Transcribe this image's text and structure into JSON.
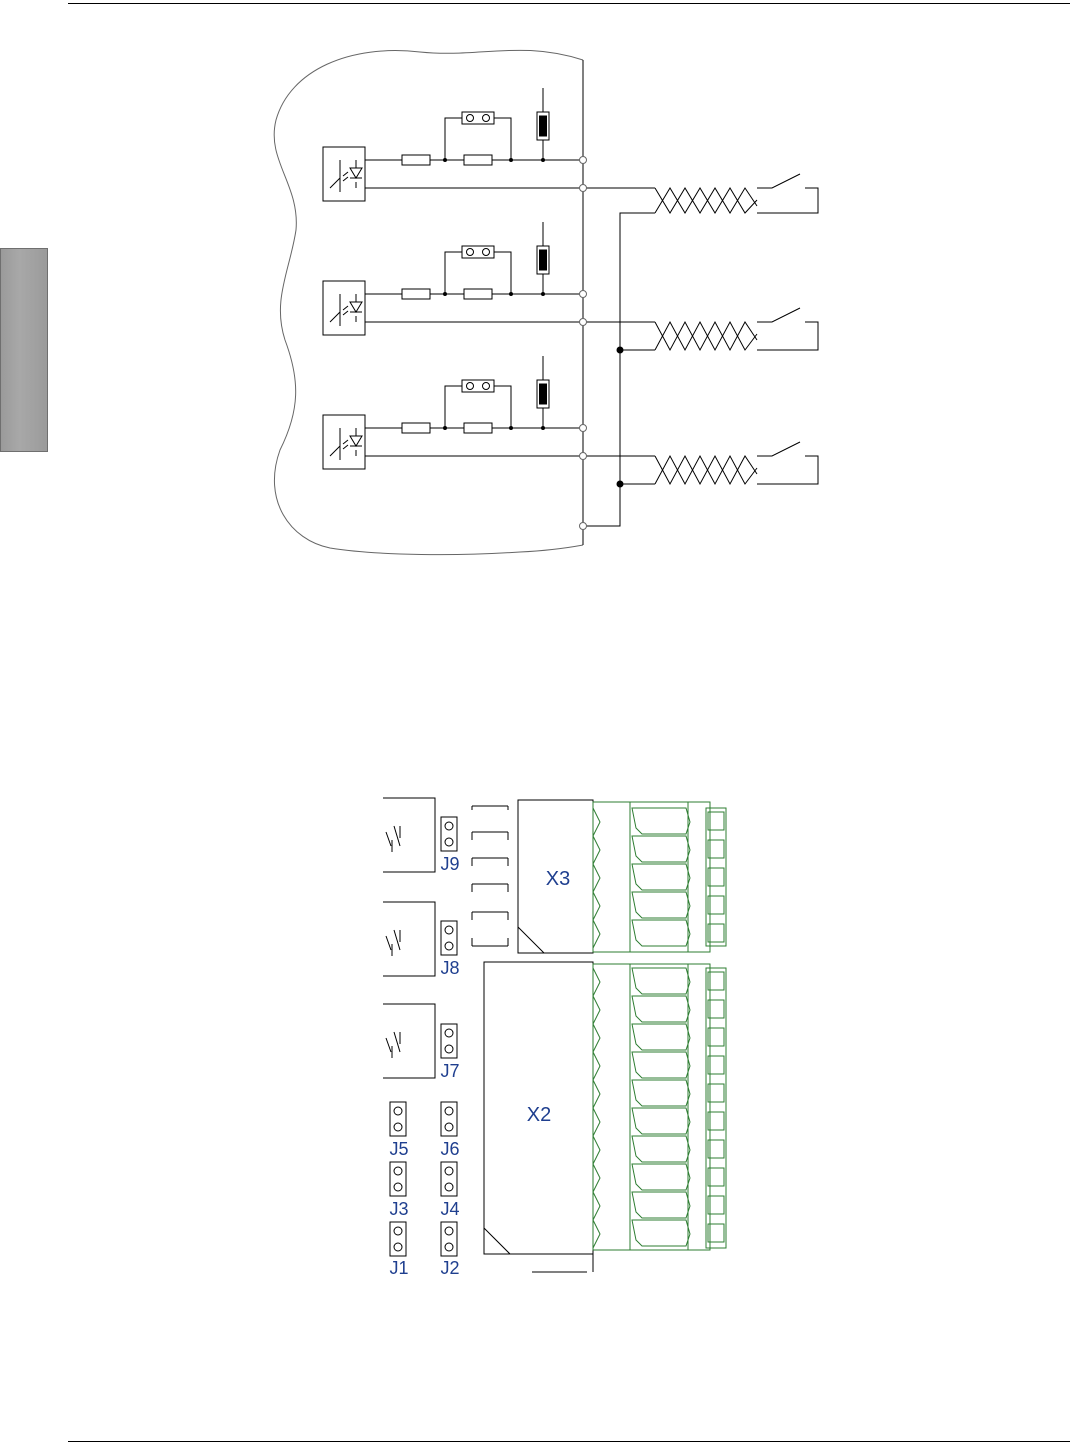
{
  "board": {
    "connectors": [
      {
        "id": "x3",
        "label": "X3"
      },
      {
        "id": "x2",
        "label": "X2"
      }
    ],
    "jumpers": [
      {
        "id": "j9",
        "label": "J9"
      },
      {
        "id": "j8",
        "label": "J8"
      },
      {
        "id": "j7",
        "label": "J7"
      },
      {
        "id": "j5",
        "label": "J5"
      },
      {
        "id": "j6",
        "label": "J6"
      },
      {
        "id": "j3",
        "label": "J3"
      },
      {
        "id": "j4",
        "label": "J4"
      },
      {
        "id": "j1",
        "label": "J1"
      },
      {
        "id": "j2",
        "label": "J2"
      }
    ]
  },
  "colors": {
    "line": "#000000",
    "terminal_green": "#2e7d32",
    "label_blue": "#1f3f8f",
    "side_tab": "#a0a0a0"
  }
}
